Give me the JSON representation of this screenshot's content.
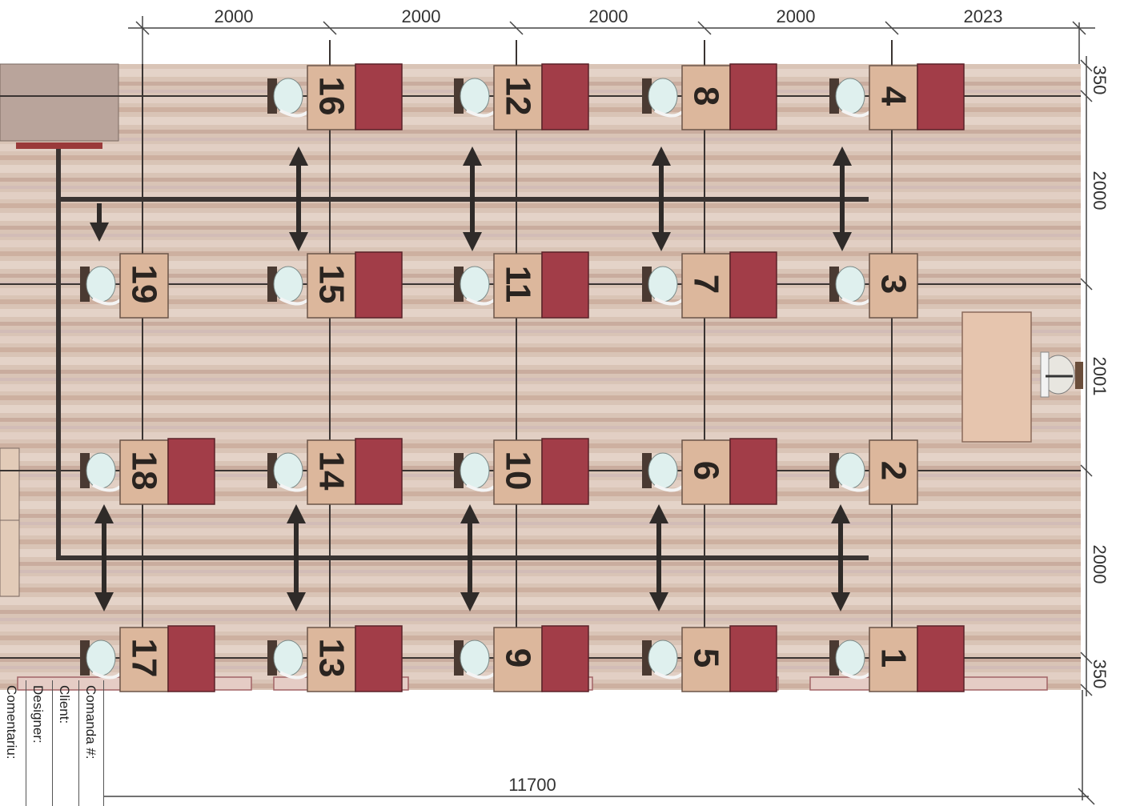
{
  "dimensions": {
    "top": [
      "2000",
      "2000",
      "2000",
      "2000",
      "2023"
    ],
    "right": [
      "350",
      "2000",
      "2001",
      "2000",
      "350"
    ],
    "bottom_total": "11700"
  },
  "desks": [
    {
      "label": "1",
      "row": "bottom",
      "col": 5,
      "cabinet": true
    },
    {
      "label": "2",
      "row": "mid2",
      "col": 5,
      "cabinet": false
    },
    {
      "label": "3",
      "row": "mid1",
      "col": 5,
      "cabinet": false
    },
    {
      "label": "4",
      "row": "top",
      "col": 5,
      "cabinet": true
    },
    {
      "label": "5",
      "row": "bottom",
      "col": 4,
      "cabinet": true
    },
    {
      "label": "6",
      "row": "mid2",
      "col": 4,
      "cabinet": true
    },
    {
      "label": "7",
      "row": "mid1",
      "col": 4,
      "cabinet": true
    },
    {
      "label": "8",
      "row": "top",
      "col": 4,
      "cabinet": true
    },
    {
      "label": "9",
      "row": "bottom",
      "col": 3,
      "cabinet": true
    },
    {
      "label": "10",
      "row": "mid2",
      "col": 3,
      "cabinet": true
    },
    {
      "label": "11",
      "row": "mid1",
      "col": 3,
      "cabinet": true
    },
    {
      "label": "12",
      "row": "top",
      "col": 3,
      "cabinet": true
    },
    {
      "label": "13",
      "row": "bottom",
      "col": 2,
      "cabinet": true
    },
    {
      "label": "14",
      "row": "mid2",
      "col": 2,
      "cabinet": true
    },
    {
      "label": "15",
      "row": "mid1",
      "col": 2,
      "cabinet": true
    },
    {
      "label": "16",
      "row": "top",
      "col": 2,
      "cabinet": true
    },
    {
      "label": "17",
      "row": "bottom",
      "col": 1,
      "cabinet": true
    },
    {
      "label": "18",
      "row": "mid2",
      "col": 1,
      "cabinet": true
    },
    {
      "label": "19",
      "row": "mid1",
      "col": 1,
      "cabinet": false
    }
  ],
  "title_block": {
    "order_label": "Comanda #:",
    "client_label": "Client:",
    "designer_label": "Designer:",
    "comment_label": "Comentariu:"
  },
  "colors": {
    "floor": "#d8c2b3",
    "desk": "#dcb79c",
    "cabinet": "#a23d48",
    "line": "#3a3432",
    "arrow": "#2f2b29"
  }
}
